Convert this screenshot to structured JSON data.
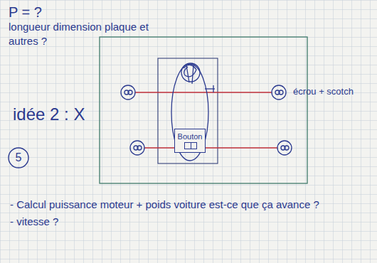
{
  "diagram": {
    "nodes": [
      {
        "text": [
          "5"
        ]
      },
      {
        "text": [
          "Bouton"
        ]
      }
    ],
    "labels": [
      "P = ?",
      "longueur dimension plaque et autres ?",
      "idée 2 : X",
      "écrou + scotch",
      "- Calcul puissance moteur + poids voiture est-ce que ça avance ?",
      "- vitesse ?"
    ]
  }
}
